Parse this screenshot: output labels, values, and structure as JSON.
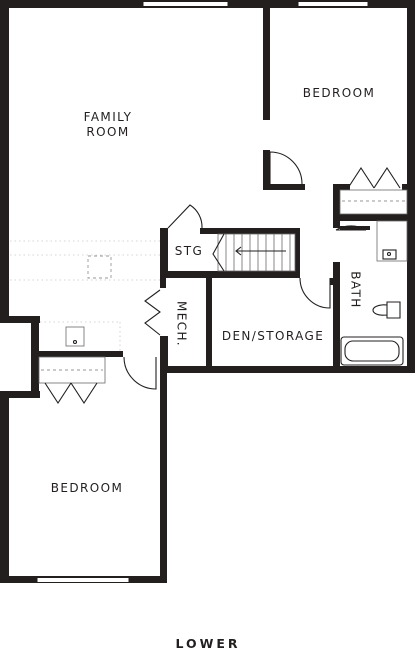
{
  "plan": {
    "title": "LOWER",
    "rooms": {
      "family_room_line1": "FAMILY",
      "family_room_line2": "ROOM",
      "bedroom_upper_right": "BEDROOM",
      "bedroom_lower_left": "BEDROOM",
      "storage": "STG",
      "mechanical": "MECH.",
      "den_storage": "DEN/STORAGE",
      "bath": "BATH"
    }
  }
}
